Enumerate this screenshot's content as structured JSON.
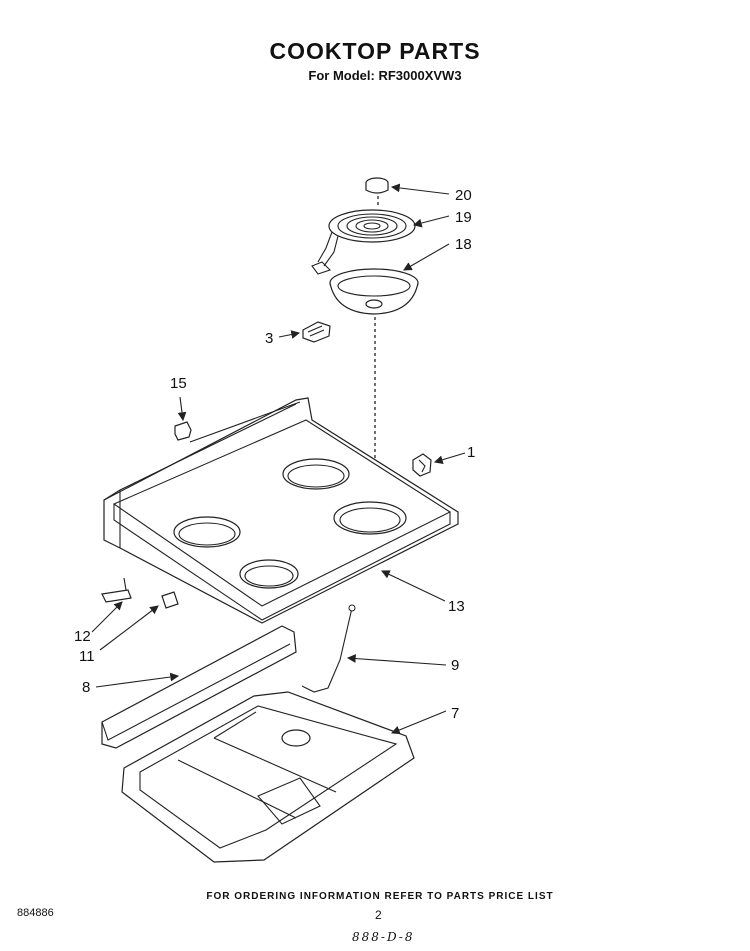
{
  "header": {
    "title": "COOKTOP PARTS",
    "subtitle": "For Model: RF3000XVW3"
  },
  "callouts": [
    {
      "id": "20",
      "label": "20"
    },
    {
      "id": "19",
      "label": "19"
    },
    {
      "id": "18",
      "label": "18"
    },
    {
      "id": "3",
      "label": "3"
    },
    {
      "id": "15",
      "label": "15"
    },
    {
      "id": "1",
      "label": "1"
    },
    {
      "id": "13",
      "label": "13"
    },
    {
      "id": "12",
      "label": "12"
    },
    {
      "id": "11",
      "label": "11"
    },
    {
      "id": "9",
      "label": "9"
    },
    {
      "id": "8",
      "label": "8"
    },
    {
      "id": "7",
      "label": "7"
    }
  ],
  "footer": {
    "ordering_note": "FOR ORDERING INFORMATION REFER TO PARTS PRICE LIST",
    "doc_number": "884886",
    "page_number": "2",
    "handwritten_code": "888-D-8"
  }
}
